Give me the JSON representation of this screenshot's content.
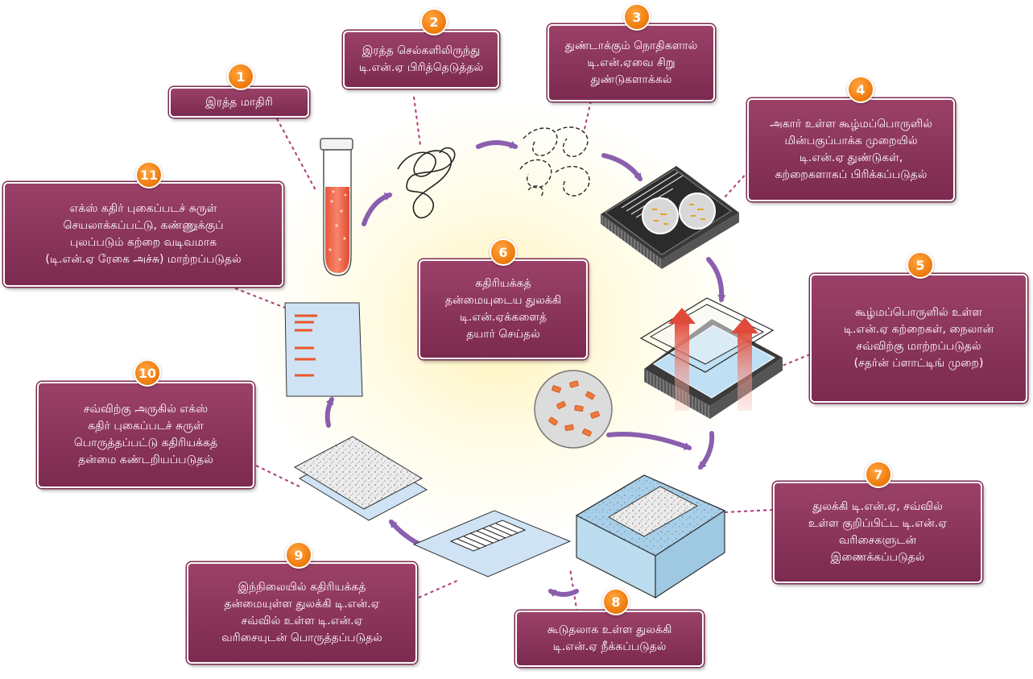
{
  "steps": [
    {
      "num": "1",
      "text": "இரத்த மாதிரி"
    },
    {
      "num": "2",
      "text": "இரத்த செல்களிலிருந்து\nடி.என்.ஏ பிரித்தெடுத்தல்"
    },
    {
      "num": "3",
      "text": "துண்டாக்கும் நொதிகளால்\nடி.என்.ஏவை சிறு\nதுண்டுகளாக்கல்"
    },
    {
      "num": "4",
      "text": "அகார் உள்ள கூழ்மப்பொருளில்\nமின்பகுப்பாக்க முறையில்\nடி.என்.ஏ துண்டுகள்,\nகற்றைகளாகப் பிரிக்கப்படுதல்"
    },
    {
      "num": "5",
      "text": "கூழ்மப்பொருளில் உள்ள\nடி.என்.ஏ கற்றைகள், நைலான்\nசவ்விற்கு மாற்றப்படுதல்\n(சதர்ன் ப்ளாட்டிங் முறை)"
    },
    {
      "num": "6",
      "text": "கதிரியக்கத்\nதன்மையுடைய துலக்கி\nடி.என்.ஏக்களைத்\nதயார் செய்தல்"
    },
    {
      "num": "7",
      "text": "துலக்கி டி.என்.ஏ, சவ்வில்\nஉள்ள குறிப்பிட்ட டி.என்.ஏ\nவரிசைகளுடன்\nஇணைக்கப்படுதல்"
    },
    {
      "num": "8",
      "text": "கூடுதலாக உள்ள துலக்கி\nடி.என்.ஏ நீக்கப்படுதல்"
    },
    {
      "num": "9",
      "text": "இந்நிலையில் கதிரியக்கத்\nதன்மையுள்ள துலக்கி டி.என்.ஏ\nசவ்வில் உள்ள டி.என்.ஏ\nவரிசையுடன் பொருத்தப்படுதல்"
    },
    {
      "num": "10",
      "text": "சவ்விற்கு அருகில் எக்ஸ்\nகதிர் புகைப்படச் சுருள்\nபொருத்தப்பட்டு கதிரியக்கத்\nதன்மை கண்டறியப்படுதல்"
    },
    {
      "num": "11",
      "text": "எக்ஸ் கதிர் புகைப்படச் சுருள்\nசெயலாக்கப்பட்டு, கண்ணுக்குப்\nபுலப்படும் கற்றை வடிவமாக\n(டி.என்.ஏ ரேகை அச்சு) மாற்றப்படுதல்"
    }
  ],
  "colors": {
    "box": "#8a3459",
    "badge": "#f28a1b",
    "arrow": "#8a5fae",
    "connector": "#b03a78",
    "gel_band": "#e8572a",
    "membrane": "#cfe3f5",
    "glow": "#fff3b8"
  }
}
